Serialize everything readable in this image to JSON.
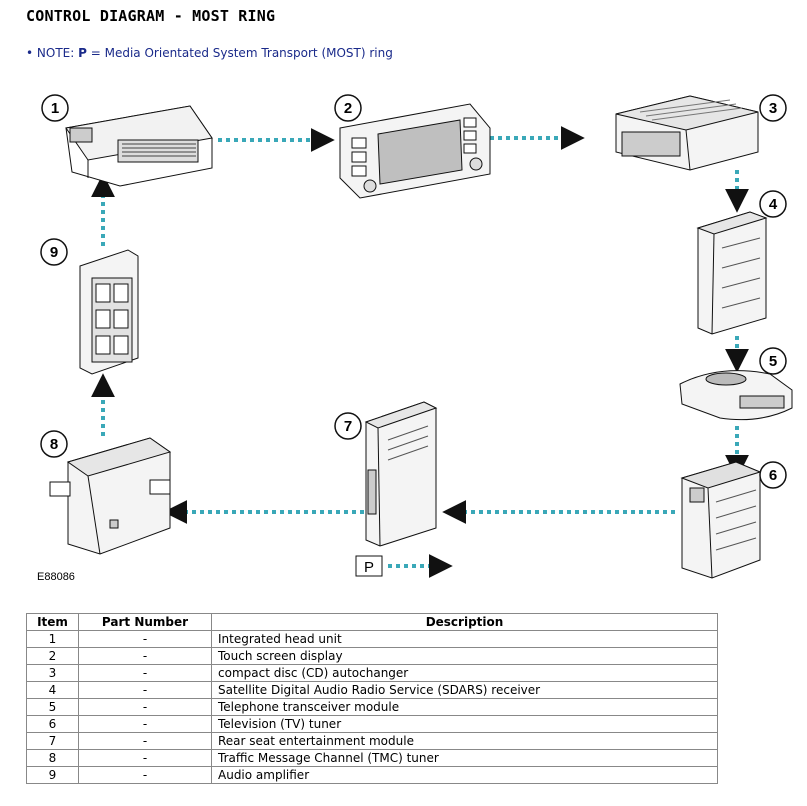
{
  "title": "CONTROL DIAGRAM - MOST RING",
  "note": {
    "bullet": "•",
    "label": "NOTE:",
    "term": "P",
    "text": "= Media Orientated System Transport (MOST) ring"
  },
  "diagram": {
    "callouts": [
      "1",
      "2",
      "3",
      "4",
      "5",
      "6",
      "7",
      "8",
      "9"
    ],
    "p_label": "P",
    "figure_id": "E88086",
    "arrow_color": "#3aa8b8"
  },
  "table": {
    "headers": [
      "Item",
      "Part Number",
      "Description"
    ],
    "rows": [
      {
        "item": "1",
        "part": "-",
        "desc": "Integrated head unit"
      },
      {
        "item": "2",
        "part": "-",
        "desc": "Touch screen display"
      },
      {
        "item": "3",
        "part": "-",
        "desc": "compact disc (CD) autochanger"
      },
      {
        "item": "4",
        "part": "-",
        "desc": "Satellite Digital Audio Radio Service (SDARS) receiver"
      },
      {
        "item": "5",
        "part": "-",
        "desc": "Telephone transceiver module"
      },
      {
        "item": "6",
        "part": "-",
        "desc": "Television (TV) tuner"
      },
      {
        "item": "7",
        "part": "-",
        "desc": "Rear seat entertainment module"
      },
      {
        "item": "8",
        "part": "-",
        "desc": "Traffic Message Channel (TMC) tuner"
      },
      {
        "item": "9",
        "part": "-",
        "desc": "Audio amplifier"
      }
    ]
  }
}
